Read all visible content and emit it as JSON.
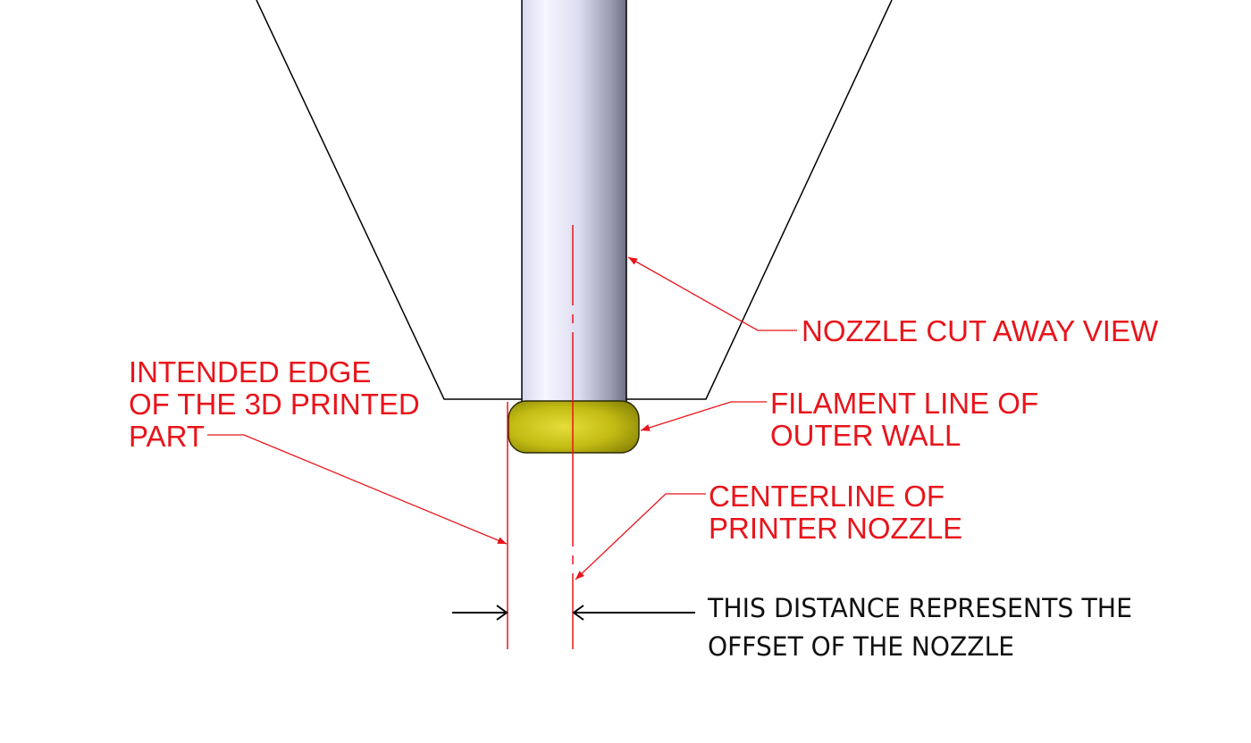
{
  "colors": {
    "annotation": "#e8141b",
    "outline": "#000000",
    "filament": "#c9c21a",
    "background": "#ffffff"
  },
  "labels": {
    "nozzle_cutaway": "NOZZLE CUT AWAY VIEW",
    "intended_edge": [
      "INTENDED EDGE",
      "OF THE 3D PRINTED",
      "PART"
    ],
    "filament_line": [
      "FILAMENT LINE OF",
      "OUTER WALL"
    ],
    "centerline": [
      "CENTERLINE OF",
      "PRINTER NOZZLE"
    ],
    "offset_note": [
      "THIS DISTANCE REPRESENTS THE",
      "OFFSET OF THE NOZZLE"
    ]
  }
}
